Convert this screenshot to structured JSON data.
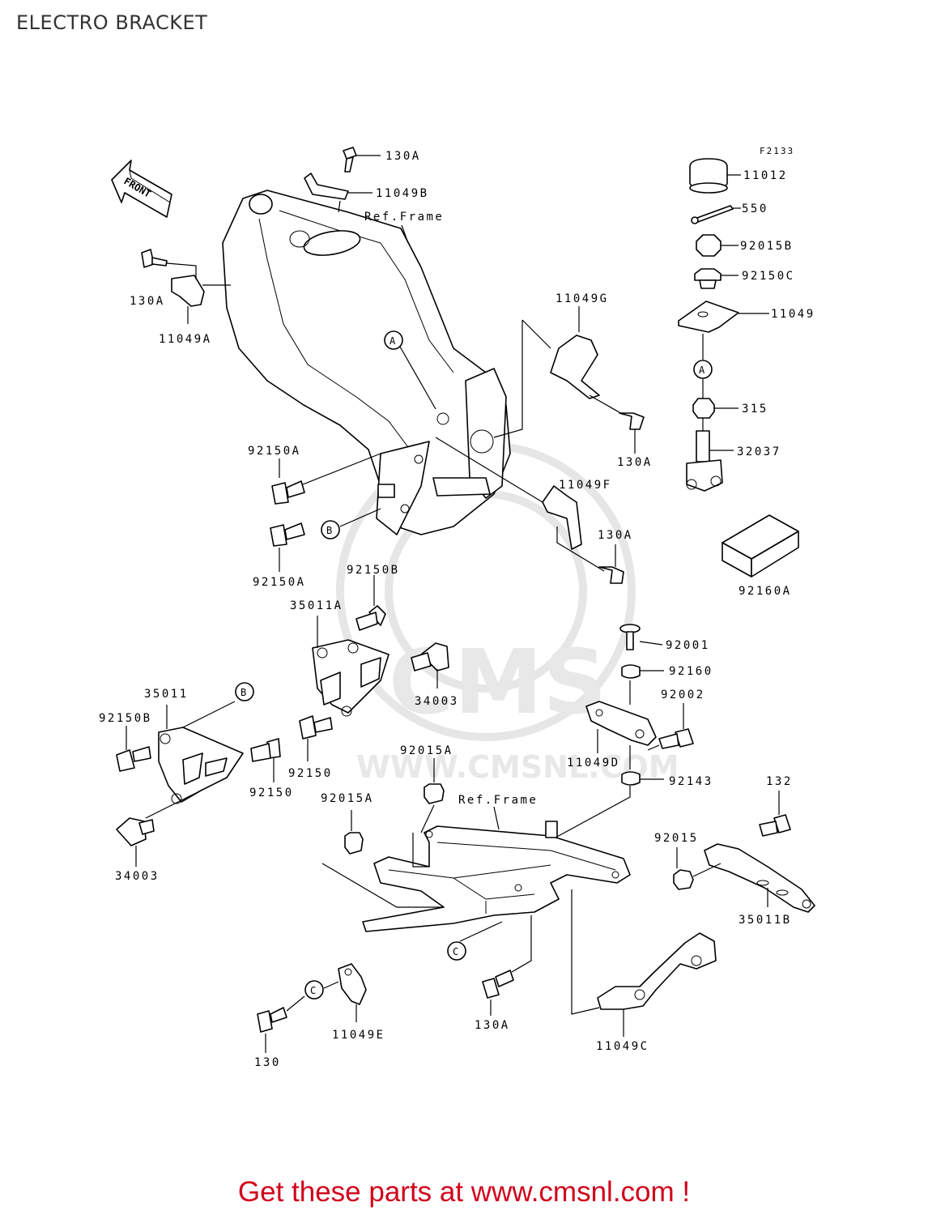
{
  "page": {
    "title": "ELECTRO BRACKET",
    "figure_code": "F2133",
    "footer_text": "Get these parts at www.cmsnl.com !"
  },
  "watermark": {
    "brand": "CMS",
    "url": "WWW.CMSNL.COM"
  },
  "front_arrow": {
    "label": "FRONT"
  },
  "callouts": {
    "A1": "A",
    "A2": "A",
    "B1": "B",
    "B2": "B",
    "C1": "C",
    "C2": "C"
  },
  "labels": {
    "p130A_top": "130A",
    "p11049B": "11049B",
    "ref_frame_top": "Ref.Frame",
    "p130A_left": "130A",
    "p11049A": "11049A",
    "p11049G": "11049G",
    "p130A_right1": "130A",
    "p92150A_1": "92150A",
    "p92150A_2": "92150A",
    "p11049F": "11049F",
    "p130A_right2": "130A",
    "p11012": "11012",
    "p550": "550",
    "p92015B": "92015B",
    "p92150C": "92150C",
    "p11049": "11049",
    "p315": "315",
    "p32037": "32037",
    "p92160A": "92160A",
    "p92150B_1": "92150B",
    "p35011A": "35011A",
    "p34003_1": "34003",
    "p35011": "35011",
    "p92150B_2": "92150B",
    "p92150_1": "92150",
    "p92150_2": "92150",
    "p34003_2": "34003",
    "p92001": "92001",
    "p92160": "92160",
    "p92002": "92002",
    "p11049D": "11049D",
    "p92143": "92143",
    "p92015A_1": "92015A",
    "p92015A_2": "92015A",
    "ref_frame_bottom": "Ref.Frame",
    "p132": "132",
    "p92015": "92015",
    "p35011B": "35011B",
    "p130A_bottom": "130A",
    "p11049E": "11049E",
    "p130": "130",
    "p11049C": "11049C"
  }
}
